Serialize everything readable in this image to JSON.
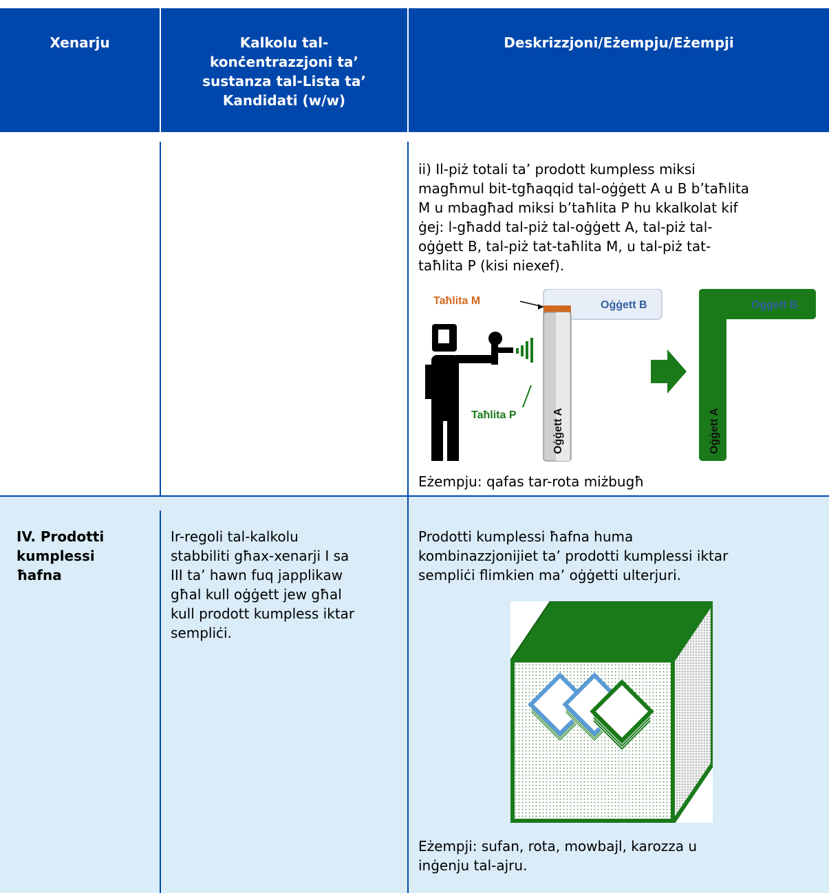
{
  "header": {
    "col1": "Xenarju",
    "col2_lines": [
      "Kalkolu tal-",
      "konċentrazzjoni ta’",
      "sustanza tal-Lista ta’",
      "Kandidati (w/w)"
    ],
    "col3": "Deskrizzjoni/Eżempju/Eżempji"
  },
  "row_ii": {
    "description_lines": [
      "ii) Il-piż totali ta’ prodott kumpless miksi",
      "magħmul bit-tgħaqqid tal-oġġett A u B b’taħlita",
      "M u mbagħad miksi b’taħlita P hu kkalkolat kif",
      "ġej: l-għadd tal-piż tal-oġġett A, tal-piż tal-",
      "oġġett B, tal-piż tat-taħlita M, u tal-piż tat-",
      "taħlita P (kisi niexef)."
    ],
    "figure": {
      "label_mix_m": "Taħlita M",
      "label_article_b": "Oġġett B",
      "label_article_a": "Oġġett A",
      "label_mix_p": "Taħlita P",
      "colors": {
        "green": "#1a7a1a",
        "orange": "#d2691e",
        "blue_text": "#2f5f9e"
      }
    },
    "example": "Eżempju: qafas tar-rota miżbugħ"
  },
  "row_iv": {
    "scenario_lines": [
      "IV. Prodotti",
      "kumplessi",
      "ħafna"
    ],
    "calculation_lines": [
      "Ir-regoli tal-kalkolu",
      "stabbiliti għax-xenarji I sa",
      "III ta’ hawn fuq japplikaw",
      "għal kull oġġett jew għal",
      "kull prodott kumpless iktar",
      "sempliċi."
    ],
    "description_lines": [
      "Prodotti kumplessi ħafna huma",
      "kombinazzjonijiet ta’ prodotti kumplessi iktar",
      "sempliċi flimkien ma’ oġġetti ulterjuri."
    ],
    "example_lines": [
      "Eżempji: sufan, rota, mowbajl, karozza u",
      "inġenju tal-ajru."
    ]
  },
  "colors": {
    "header_blue": "#0047ab",
    "row_light_blue": "#d9ecf7"
  }
}
